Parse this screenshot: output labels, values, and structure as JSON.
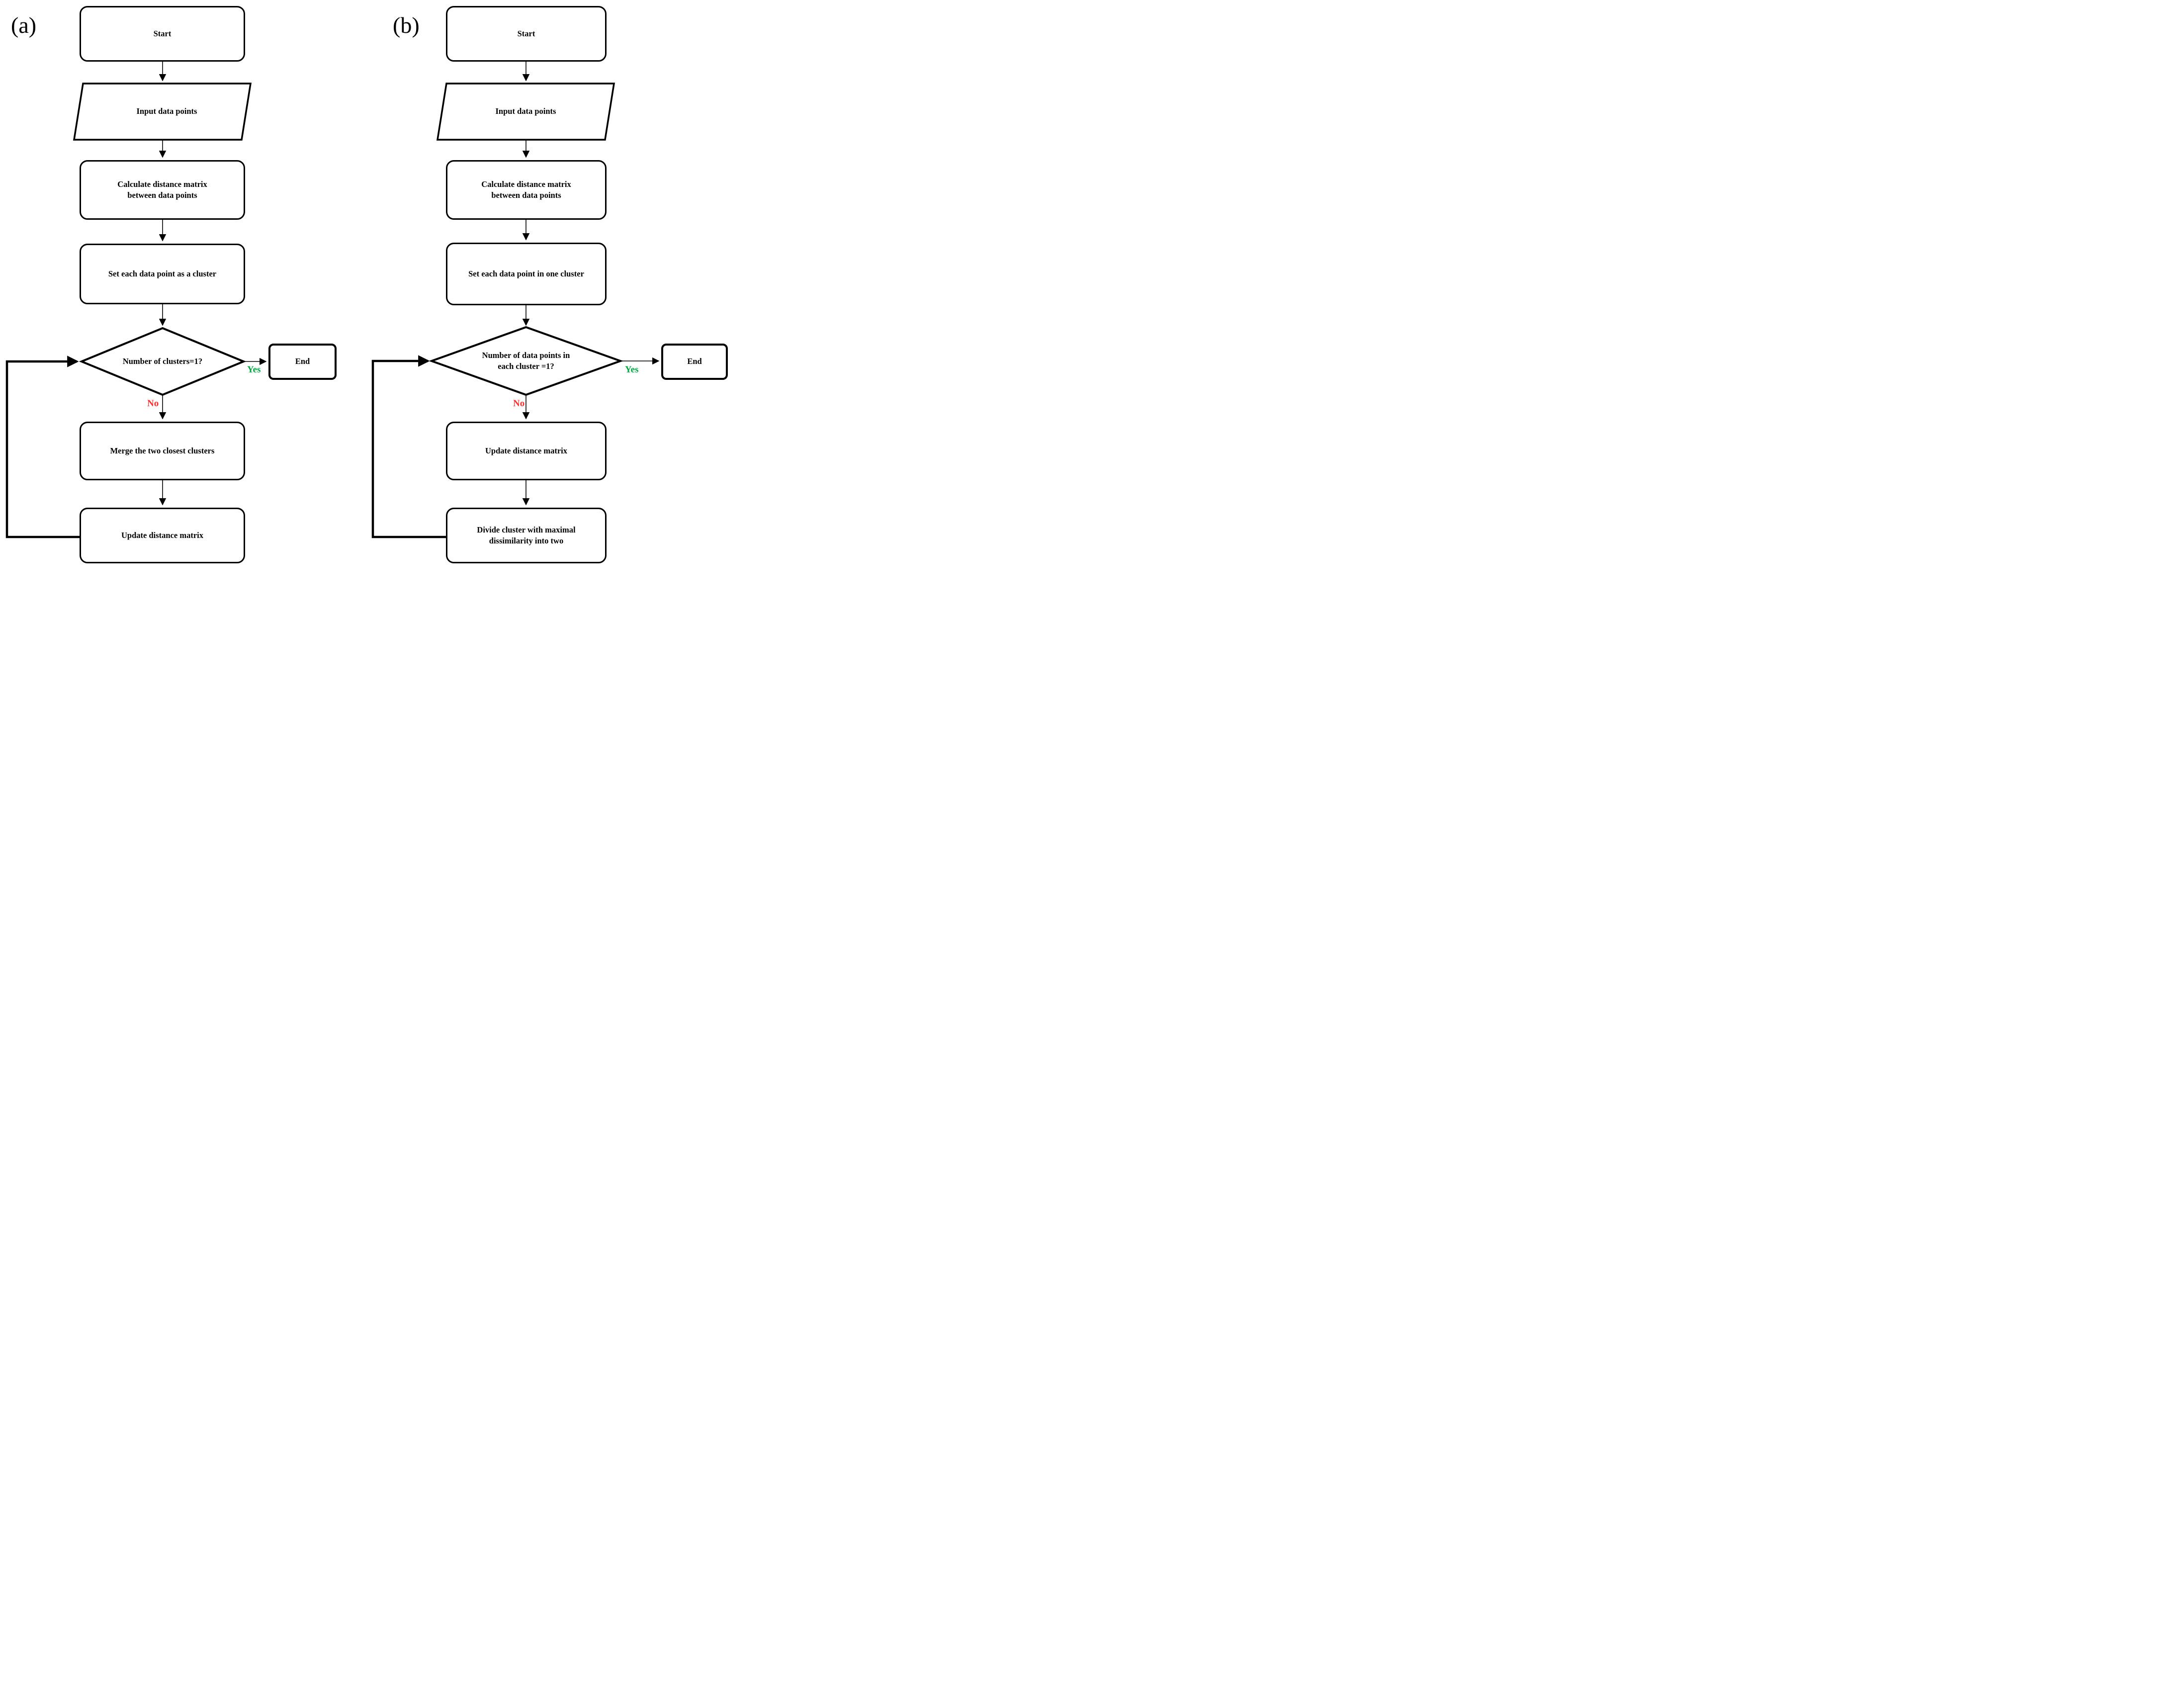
{
  "figure": {
    "type": "flowchart-pair",
    "description": "Two hierarchical clustering algorithm flowcharts"
  },
  "colors": {
    "yes": "#00A944",
    "no": "#FF2E2E",
    "stroke": "#000000",
    "background": "#FFFFFF"
  },
  "panels": [
    {
      "label": "(a)",
      "nodes": {
        "start": "Start",
        "input": "Input data points",
        "calc": "Calculate distance matrix between data points",
        "set": "Set each data point as a cluster",
        "decision": "Number of clusters=1?",
        "end": "End",
        "step1": "Merge the two closest clusters",
        "step2": "Update distance matrix"
      },
      "edges": {
        "yes": "Yes",
        "no": "No"
      }
    },
    {
      "label": "(b)",
      "nodes": {
        "start": "Start",
        "input": "Input data points",
        "calc": "Calculate distance matrix between data points",
        "set": "Set each data point in one cluster",
        "decision": "Number of data points in each cluster =1?",
        "end": "End",
        "step1": "Update distance matrix",
        "step2": "Divide cluster with maximal dissimilarity into two"
      },
      "edges": {
        "yes": "Yes",
        "no": "No"
      }
    }
  ]
}
